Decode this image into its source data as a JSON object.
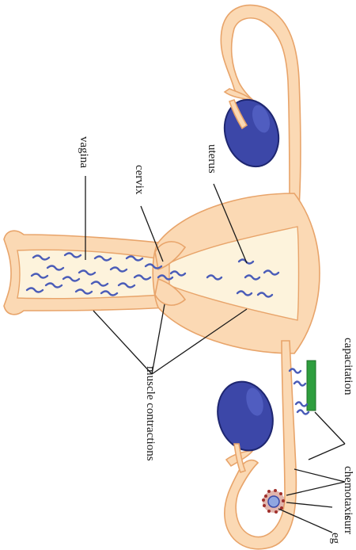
{
  "labels": {
    "vagina": "vagina",
    "cervix": "cervix",
    "uterus": "uterus",
    "muscle_contractions": "muscle contractions",
    "capacitation": "capacitation",
    "chemotaxis": "chemotaxis",
    "current": "curr",
    "egg": "eg"
  },
  "colors": {
    "tissue": "#fbd9b4",
    "tissue_outline": "#e8a46a",
    "ovary": "#3c47a8",
    "sperm": "#4a5cb8",
    "capacitation_bar": "#2e9e3e",
    "egg": "#8fa6e0",
    "cumulus": "#a0302c"
  }
}
